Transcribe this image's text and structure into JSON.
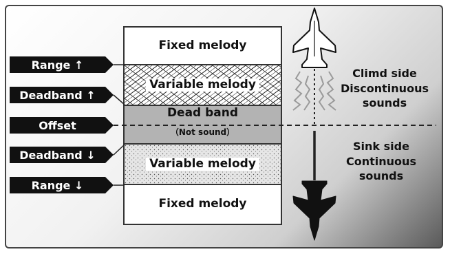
{
  "zones": {
    "fixed_top": "Fixed melody",
    "variable_top": "Variable melody",
    "dead_band": "Dead band",
    "dead_band_sub": "（Not sound）",
    "variable_bottom": "Variable melody",
    "fixed_bottom": "Fixed melody"
  },
  "labels": {
    "range_up": "Range ↑",
    "deadband_up": "Deadband ↑",
    "offset": "Offset",
    "deadband_down": "Deadband ↓",
    "range_down": "Range ↓"
  },
  "climb_side": {
    "line1": "Climd side",
    "line2": "Discontinuous",
    "line3": "sounds"
  },
  "sink_side": {
    "line1": "Sink side",
    "line2": "Continuous",
    "line3": "sounds"
  },
  "icons": {
    "top": "jet-climbing-icon",
    "bottom": "jet-sinking-icon"
  }
}
